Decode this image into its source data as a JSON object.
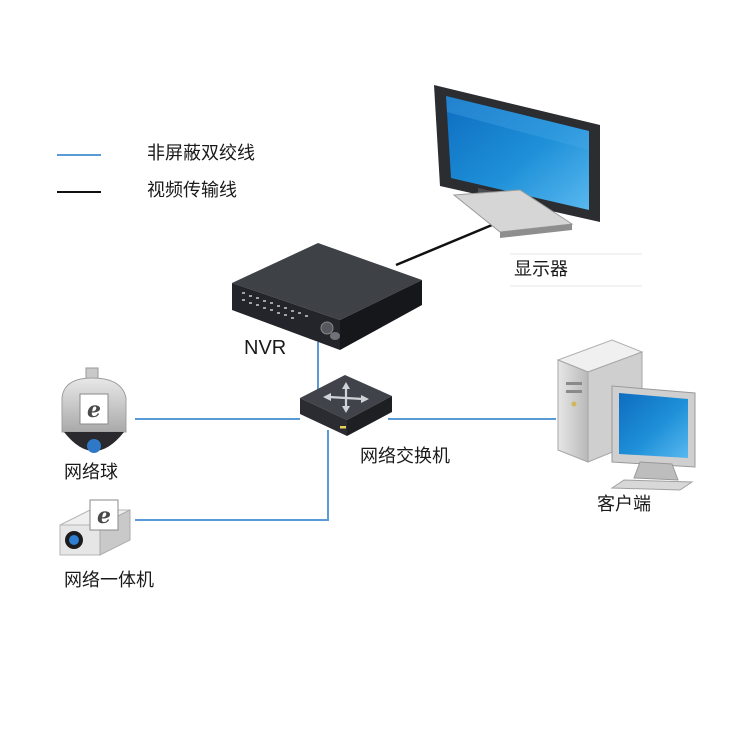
{
  "legend": {
    "items": [
      {
        "label": "非屏蔽双绞线",
        "color": "#5b9bd5"
      },
      {
        "label": "视频传输线",
        "color": "#111111"
      }
    ]
  },
  "nodes": {
    "monitor": {
      "label": "显示器",
      "icon": "monitor-icon"
    },
    "nvr": {
      "label": "NVR",
      "icon": "nvr-icon"
    },
    "switch": {
      "label": "网络交换机",
      "icon": "network-switch-icon"
    },
    "dome_camera": {
      "label": "网络球",
      "icon": "dome-camera-icon"
    },
    "box_camera": {
      "label": "网络一体机",
      "icon": "box-camera-icon"
    },
    "client_pc": {
      "label": "客户端",
      "icon": "desktop-computer-icon"
    }
  },
  "colors": {
    "utp": "#5b9bd5",
    "video": "#111111",
    "screen_blue": "#1e90d8",
    "device_dark": "#2e3135"
  }
}
